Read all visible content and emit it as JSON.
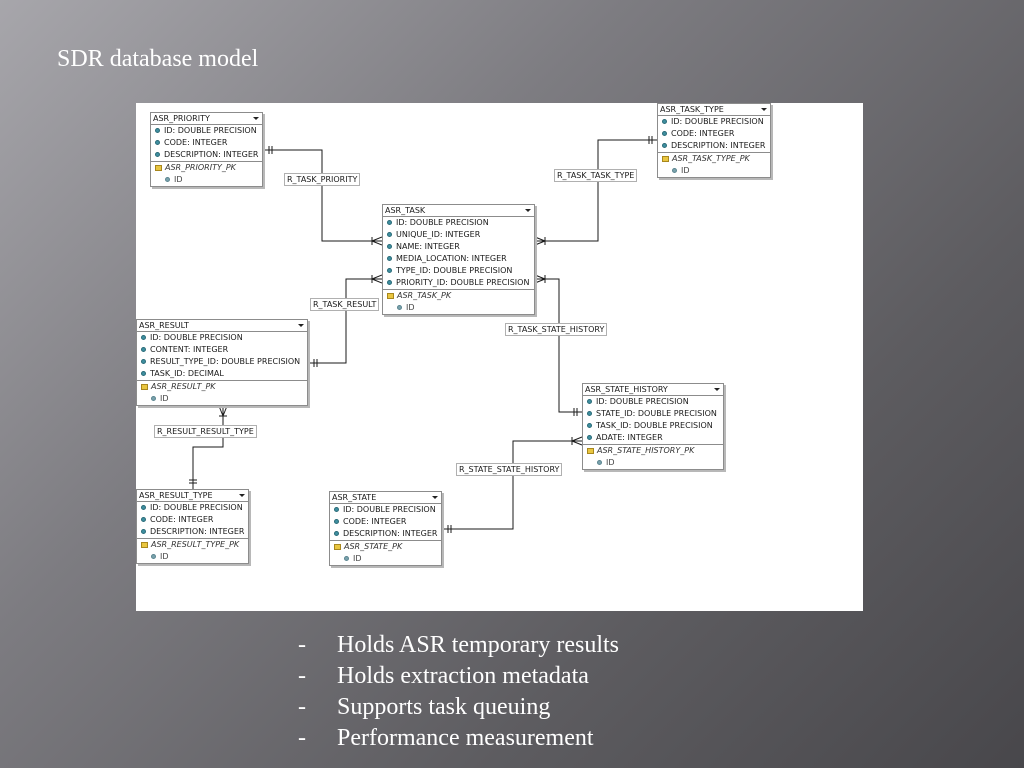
{
  "title": "SDR database model",
  "entities": {
    "priority": {
      "name": "ASR_PRIORITY",
      "columns": [
        "ID: DOUBLE PRECISION",
        "CODE: INTEGER",
        "DESCRIPTION: INTEGER"
      ],
      "pk": "ASR_PRIORITY_PK",
      "pk_col": "ID"
    },
    "task_type": {
      "name": "ASR_TASK_TYPE",
      "columns": [
        "ID: DOUBLE PRECISION",
        "CODE: INTEGER",
        "DESCRIPTION: INTEGER"
      ],
      "pk": "ASR_TASK_TYPE_PK",
      "pk_col": "ID"
    },
    "task": {
      "name": "ASR_TASK",
      "columns": [
        "ID: DOUBLE PRECISION",
        "UNIQUE_ID: INTEGER",
        "NAME: INTEGER",
        "MEDIA_LOCATION: INTEGER",
        "TYPE_ID: DOUBLE PRECISION",
        "PRIORITY_ID: DOUBLE PRECISION"
      ],
      "pk": "ASR_TASK_PK",
      "pk_col": "ID"
    },
    "result": {
      "name": "ASR_RESULT",
      "columns": [
        "ID: DOUBLE PRECISION",
        "CONTENT: INTEGER",
        "RESULT_TYPE_ID: DOUBLE PRECISION",
        "TASK_ID: DECIMAL"
      ],
      "pk": "ASR_RESULT_PK",
      "pk_col": "ID"
    },
    "state_history": {
      "name": "ASR_STATE_HISTORY",
      "columns": [
        "ID: DOUBLE PRECISION",
        "STATE_ID: DOUBLE PRECISION",
        "TASK_ID: DOUBLE PRECISION",
        "ADATE: INTEGER"
      ],
      "pk": "ASR_STATE_HISTORY_PK",
      "pk_col": "ID"
    },
    "result_type": {
      "name": "ASR_RESULT_TYPE",
      "columns": [
        "ID: DOUBLE PRECISION",
        "CODE: INTEGER",
        "DESCRIPTION: INTEGER"
      ],
      "pk": "ASR_RESULT_TYPE_PK",
      "pk_col": "ID"
    },
    "state": {
      "name": "ASR_STATE",
      "columns": [
        "ID: DOUBLE PRECISION",
        "CODE: INTEGER",
        "DESCRIPTION: INTEGER"
      ],
      "pk": "ASR_STATE_PK",
      "pk_col": "ID"
    }
  },
  "relations": {
    "task_priority": "R_TASK_PRIORITY",
    "task_task_type": "R_TASK_TASK_TYPE",
    "task_result": "R_TASK_RESULT",
    "task_state_history": "R_TASK_STATE_HISTORY",
    "result_result_type": "R_RESULT_RESULT_TYPE",
    "state_state_history": "R_STATE_STATE_HISTORY"
  },
  "bullet_marker": "-",
  "bullets": [
    "Holds ASR temporary results",
    "Holds extraction metadata",
    "Supports task queuing",
    "Performance measurement"
  ]
}
